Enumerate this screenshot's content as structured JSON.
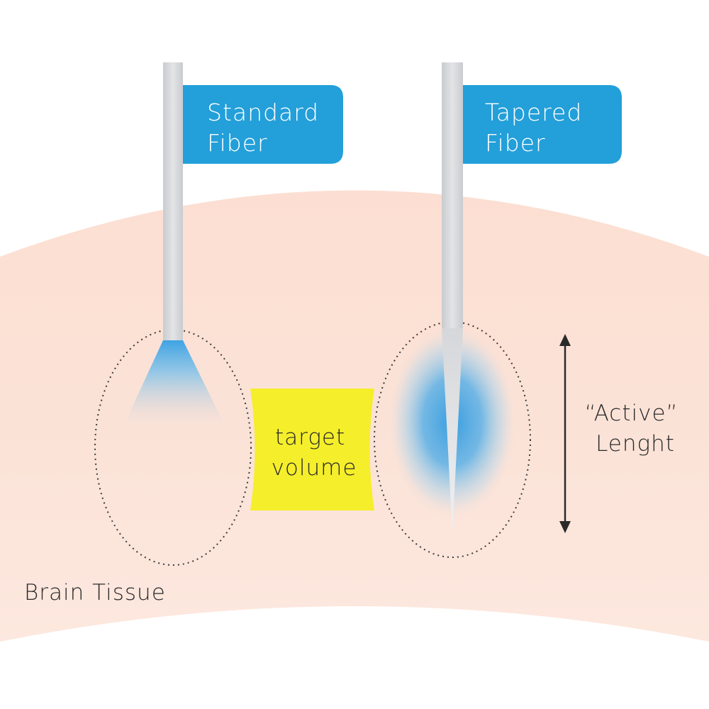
{
  "labels": {
    "standard_fiber": [
      "Standard",
      "Fiber"
    ],
    "tapered_fiber": [
      "Tapered",
      "Fiber"
    ],
    "target_volume": [
      "target",
      "volume"
    ],
    "active_length": [
      "“Active”",
      "Lenght"
    ],
    "brain_tissue": "Brain Tissue"
  },
  "colors": {
    "tissue": "#fbdccf",
    "label_box": "#239fd9",
    "label_text": "#ffffff",
    "target_box": "#f5ee2a",
    "light": "#3a9ee0",
    "fiber": "#d5d7da",
    "text": "#2a2a2a"
  }
}
